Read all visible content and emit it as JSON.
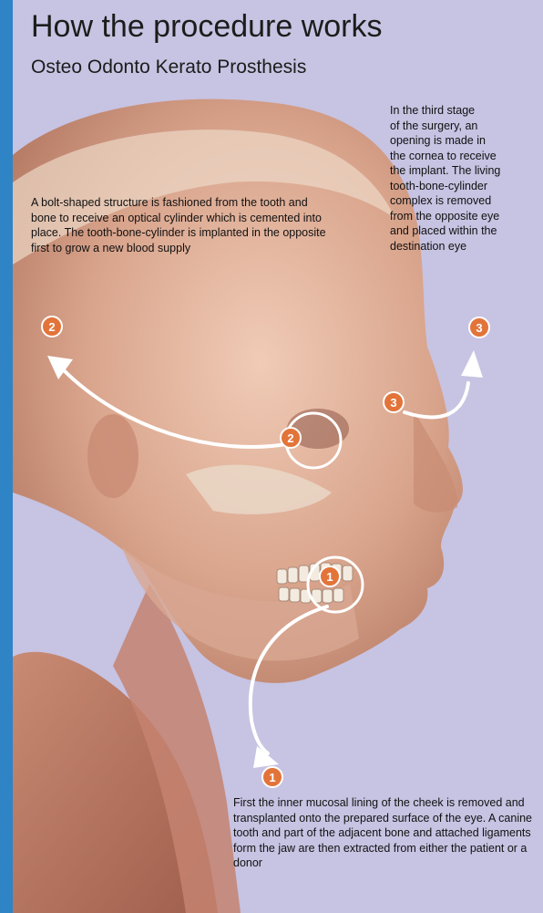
{
  "title": "How the procedure works",
  "subtitle": "Osteo Odonto Kerato Prosthesis",
  "stages": [
    {
      "number": "1",
      "text": "First the inner mucosal lining of the cheek is removed and transplanted onto the prepared surface of the eye. A canine tooth and part of the adjacent bone and attached ligaments form the jaw are then extracted from either the patient or a donor"
    },
    {
      "number": "2",
      "text": "A bolt-shaped structure is fashioned from the tooth and bone to receive an optical cylinder which is cemented into place. The tooth-bone-cylinder is implanted in the opposite first to grow a new blood supply"
    },
    {
      "number": "3",
      "text": "In the third stage\nof the surgery, an\nopening is made in\nthe cornea to receive\nthe implant. The living\ntooth-bone-cylinder\ncomplex is removed\nfrom the opposite eye\nand placed within the\ndestination eye"
    }
  ],
  "colors": {
    "frame": "#2f83c4",
    "panel": "#c7c3e2",
    "badge": "#e2743a",
    "arrow": "#ffffff",
    "skin": "#e6b7a0",
    "bone": "#e8dccd"
  },
  "icons": [
    "head-anatomy-illustration",
    "curved-arrow",
    "numbered-badge",
    "circle-highlight"
  ]
}
